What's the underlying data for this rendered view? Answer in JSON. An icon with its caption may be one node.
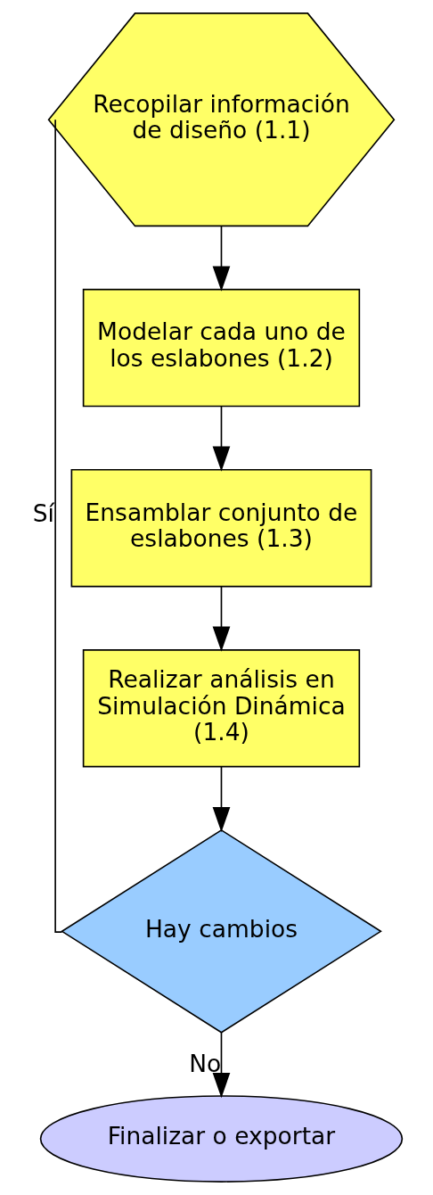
{
  "diagram": {
    "nodes": [
      {
        "text": [
          "Recopilar información de diseño (1.1)"
        ]
      },
      {
        "text": [
          "Modelar cada uno de los eslabones (1.2)"
        ]
      },
      {
        "text": [
          "Ensamblar conjunto de eslabones (1.3)"
        ]
      },
      {
        "text": [
          "Realizar análisis en Simulación Dinámica (1.4)"
        ]
      },
      {
        "text": [
          "Hay cambios"
        ]
      },
      {
        "text": [
          "Finalizar o exportar"
        ]
      }
    ],
    "edges": [
      {
        "from": 0,
        "to": 1,
        "arrow": "to"
      },
      {
        "from": 1,
        "to": 2,
        "arrow": "to"
      },
      {
        "from": 2,
        "to": 3,
        "arrow": "to"
      },
      {
        "from": 3,
        "to": 4,
        "arrow": "to"
      },
      {
        "from": 4,
        "to": 0,
        "arrow": "none",
        "label": "Sí"
      },
      {
        "from": 4,
        "to": 5,
        "arrow": "to",
        "label": "No"
      }
    ]
  }
}
